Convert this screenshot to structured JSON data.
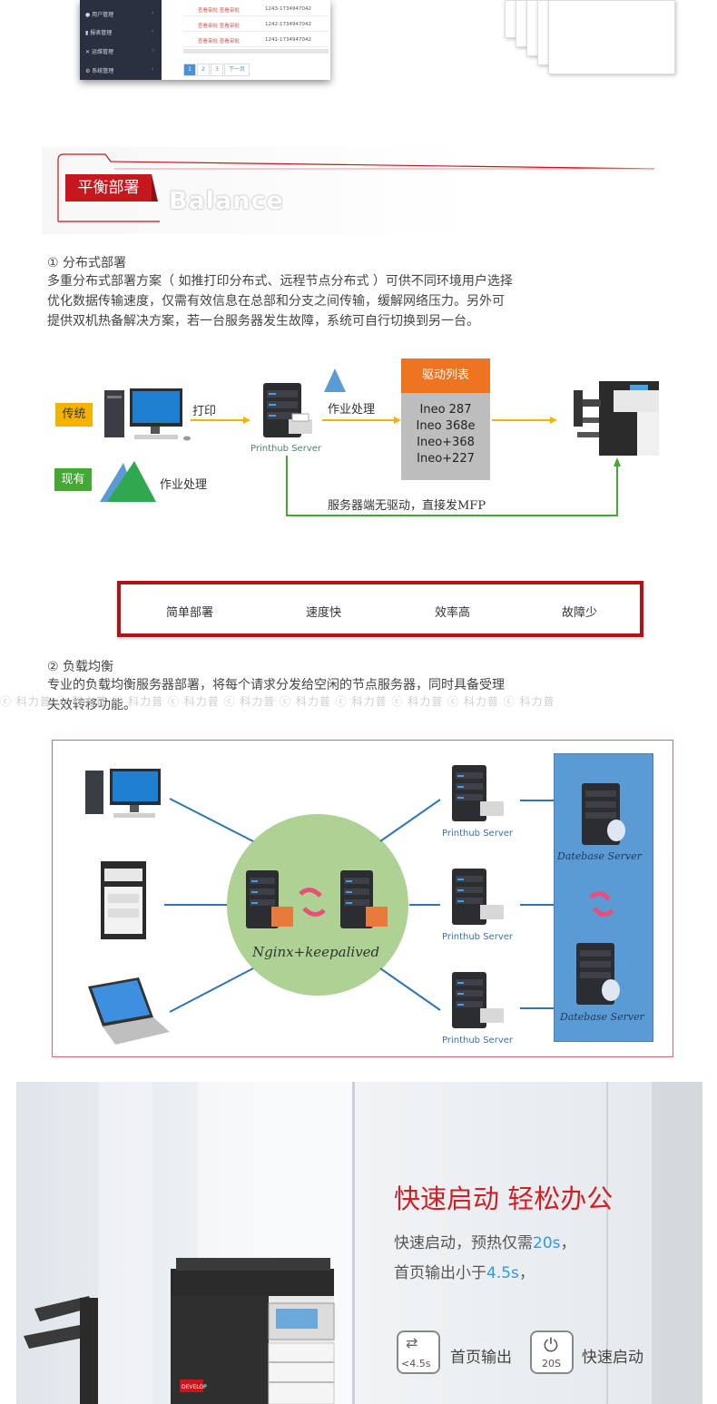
{
  "admin_screenshot": {
    "sidebar": [
      "用户管理",
      "报表管理",
      "运维管理",
      "系统管理"
    ],
    "rows": [
      {
        "status": "查看审批 查看审批",
        "id": "1243-1734947042"
      },
      {
        "status": "查看审批 查看审批",
        "id": "1242-1734947042"
      },
      {
        "status": "查看审批 查看审批",
        "id": "1241-1734947042"
      }
    ],
    "pagination": [
      "1",
      "2",
      "3",
      "下一页"
    ]
  },
  "balance_section": {
    "tag": "平衡部署",
    "ghost_text": "Balance"
  },
  "section1": {
    "heading": "① 分布式部署",
    "lines": [
      "多重分布式部署方案（ 如推打印分布式、远程节点分布式 ）可供不同环境用户选择",
      "优化数据传输速度，仅需有效信息在总部和分支之间传输，缓解网络压力。另外可",
      "提供双机热备解决方案，若一台服务器发生故障，系统可自行切换到另一台。"
    ]
  },
  "diagram1": {
    "label_traditional": "传统",
    "label_current": "现有",
    "print_label": "打印",
    "server_label": "Printhub Server",
    "job_label_top": "作业处理",
    "job_label_bottom": "作业处理",
    "driver_title": "驱动列表",
    "drivers": [
      "Ineo 287",
      "Ineo 368e",
      "Ineo+368",
      "Ineo+227"
    ],
    "direct_label": "服务器端无驱动，直接发MFP",
    "colors": {
      "orange": "#f6b200",
      "green": "#45a834",
      "driver_head": "#ef7421"
    }
  },
  "features": [
    "简单部署",
    "速度快",
    "效率高",
    "故障少"
  ],
  "section2": {
    "heading": "② 负载均衡",
    "lines": [
      "专业的负载均衡服务器部署，将每个请求分发给空闲的节点服务器，同时具备受理",
      "失效转移功能。"
    ]
  },
  "watermark": "ⓒ 科力普  ⓒ 科力普  ⓒ 科力普  ⓒ 科力普  ⓒ 科力普  ⓒ 科力普  ⓒ 科力普  ⓒ 科力普  ⓒ 科力普  ⓒ 科力普",
  "diagram2": {
    "lb_label": "Nginx+keepalived",
    "servers": [
      "Printhub Server",
      "Printhub Server",
      "Printhub Server"
    ],
    "db_servers": [
      "Datebase Server",
      "Datebase Server"
    ]
  },
  "hero": {
    "title": "快速启动 轻松办公",
    "line1_pre": "快速启动，预热仅需",
    "line1_val": "20s",
    "line1_post": "，",
    "line2_pre": "首页输出小于",
    "line2_val": "4.5s",
    "line2_post": "，",
    "icon1_sub": "<4.5s",
    "icon1_label": "首页输出",
    "icon2_sub": "20S",
    "icon2_label": "快速启动",
    "printer_brand": "DEVELOP"
  }
}
